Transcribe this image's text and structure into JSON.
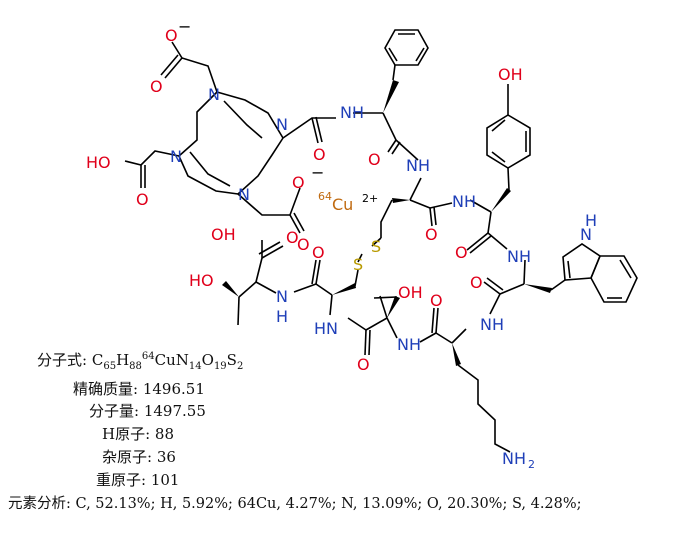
{
  "structure": {
    "atom_labels": {
      "carboxylate_o_minus": "O",
      "charge_minus": "−",
      "o": "O",
      "n": "N",
      "nh": "NH",
      "hn": "HN",
      "h": "H",
      "ho": "HO",
      "oh": "OH",
      "s": "S",
      "cu_isotope": "64",
      "cu": "Cu",
      "cu_charge": "2+",
      "nh2": "NH",
      "nh2_sub": "2"
    },
    "colors": {
      "oxygen": "#e0001b",
      "nitrogen": "#1f3fb8",
      "sulfur": "#b89a00",
      "copper": "#c06a10",
      "bond": "#000000"
    }
  },
  "info": {
    "formula_label": "分子式:",
    "formula_parts": [
      {
        "t": "C",
        "sub": "65"
      },
      {
        "t": "H",
        "sub": "88"
      },
      {
        "sup": "64",
        "t": "CuN",
        "sub": "14"
      },
      {
        "t": "O",
        "sub": "19"
      },
      {
        "t": "S",
        "sub": "2"
      }
    ],
    "exact_mass_label": "精确质量:",
    "exact_mass": "1496.51",
    "mol_weight_label": "分子量:",
    "mol_weight": "1497.55",
    "h_atoms_label": "H原子:",
    "h_atoms": "88",
    "hetero_atoms_label": "杂原子:",
    "hetero_atoms": "36",
    "heavy_atoms_label": "重原子:",
    "heavy_atoms": "101",
    "elemental_label": "元素分析:",
    "elemental": "C, 52.13%; H, 5.92%; 64Cu, 4.27%; N, 13.09%; O, 20.30%; S, 4.28%;"
  }
}
